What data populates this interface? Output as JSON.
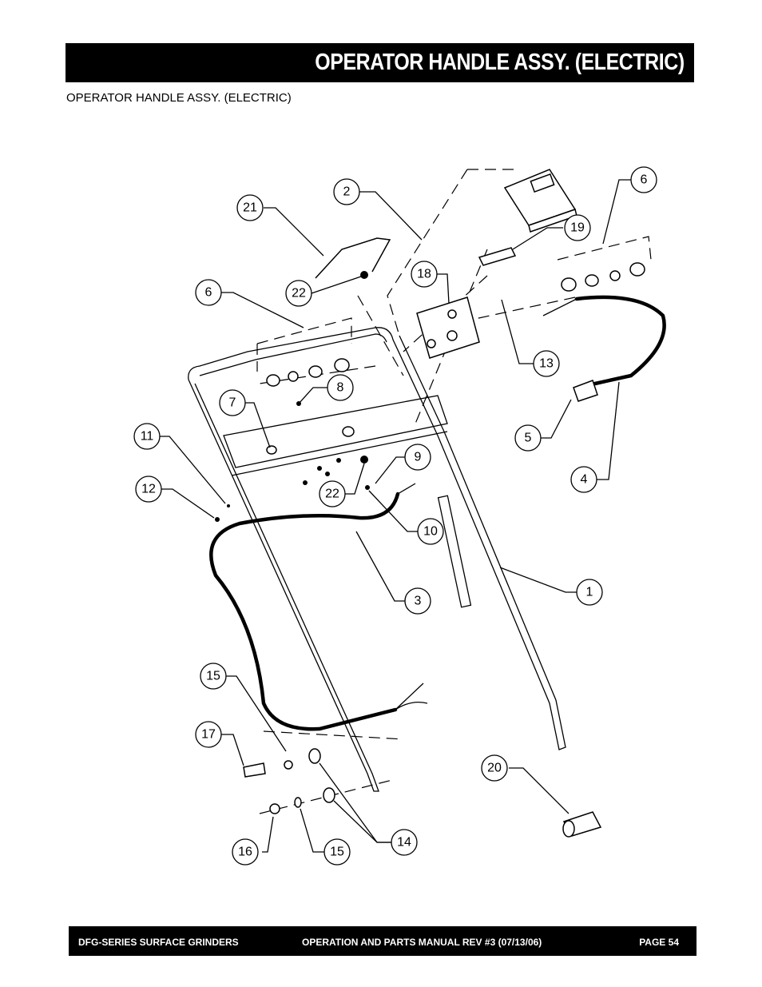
{
  "header": {
    "title": "OPERATOR HANDLE ASSY. (ELECTRIC)"
  },
  "subtitle": "OPERATOR HANDLE ASSY. (ELECTRIC)",
  "callouts": [
    "1",
    "2",
    "3",
    "4",
    "5",
    "6",
    "6",
    "7",
    "8",
    "9",
    "10",
    "11",
    "12",
    "13",
    "14",
    "15",
    "15",
    "16",
    "17",
    "18",
    "19",
    "20",
    "21",
    "22",
    "22"
  ],
  "footer": {
    "left": "DFG-SERIES SURFACE GRINDERS",
    "center": "OPERATION AND PARTS MANUAL REV #3 (07/13/06)",
    "right": "PAGE 54"
  }
}
